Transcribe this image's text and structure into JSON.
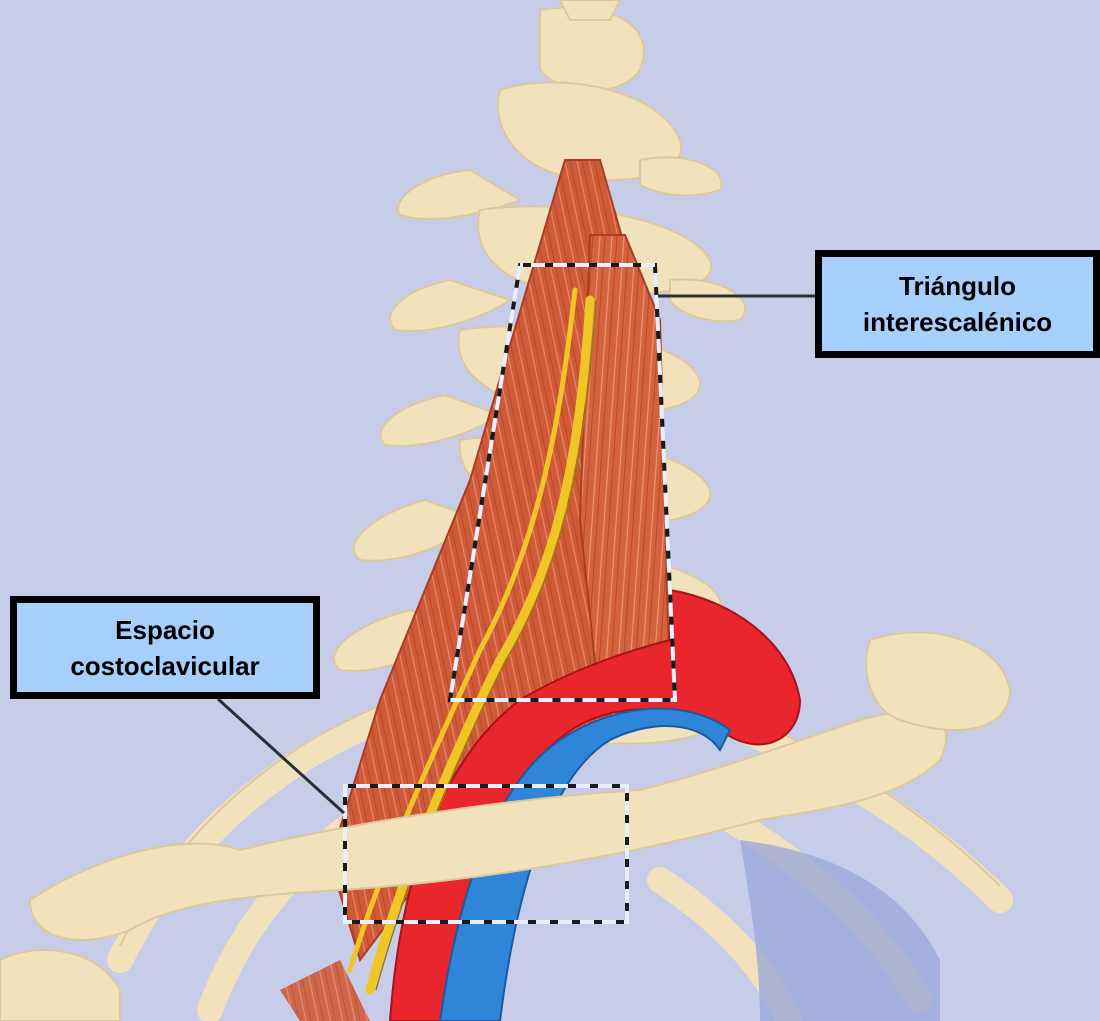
{
  "figure": {
    "background_color": "#c7cde9",
    "label_fill_color": "#a6d0fb",
    "bone_color": "#f2e2bb",
    "muscle_color": "#cf5a38",
    "artery_color": "#e8262b",
    "vein_color": "#2f86d9",
    "nerve_color": "#f0c626",
    "labels": [
      {
        "id": "interscalene",
        "text": "Triángulo\ninterescalénico"
      },
      {
        "id": "costoclavicular",
        "text": "Espacio\ncostoclavicular"
      }
    ]
  }
}
